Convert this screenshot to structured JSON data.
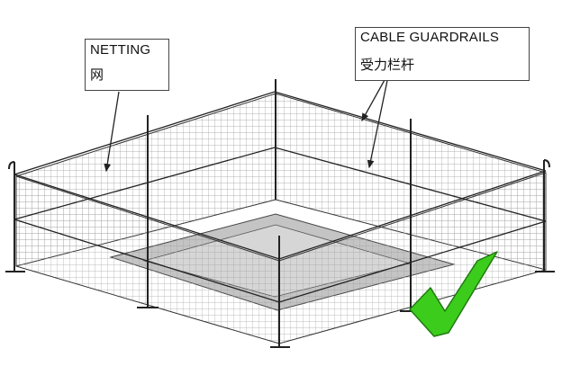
{
  "labels": {
    "netting": {
      "en": "NETTING",
      "zh": "网"
    },
    "cable_guardrails": {
      "en": "CABLE GUARDRAILS",
      "zh": "受力栏杆"
    }
  },
  "colors": {
    "line": "#222222",
    "mesh": "#9a9a9a",
    "floor_opening": "#c4c4c4",
    "checkmark": "#3ccc1c",
    "checkmark_edge": "#1f7a10",
    "background": "#ffffff"
  },
  "icons": [
    "checkmark-icon"
  ]
}
